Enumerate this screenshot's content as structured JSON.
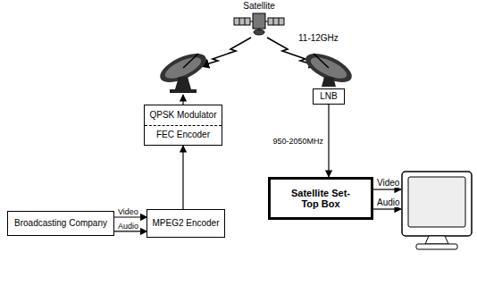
{
  "diagram": {
    "nodes": [
      {
        "text": [
          "QPSK Modulator",
          "FEC Encoder"
        ]
      },
      {
        "text": [
          "LNB"
        ]
      },
      {
        "text": [
          "Broadcasting Company"
        ]
      },
      {
        "text": [
          "MPEG2 Encoder"
        ]
      },
      {
        "text": [
          "Satellite Set-Top Box"
        ]
      }
    ],
    "edges": [
      {
        "from": 2,
        "to": 3,
        "label": "Video",
        "arrow": "to"
      },
      {
        "from": 2,
        "to": 3,
        "label": "Audio",
        "arrow": "to"
      },
      {
        "from": 3,
        "to": 0,
        "arrow": "to"
      },
      {
        "from": 1,
        "to": 4,
        "label": "950-2050MHz",
        "arrow": "to"
      }
    ],
    "labels": [
      "Satellite",
      "11-12GHz",
      "Video",
      "Audio"
    ]
  }
}
